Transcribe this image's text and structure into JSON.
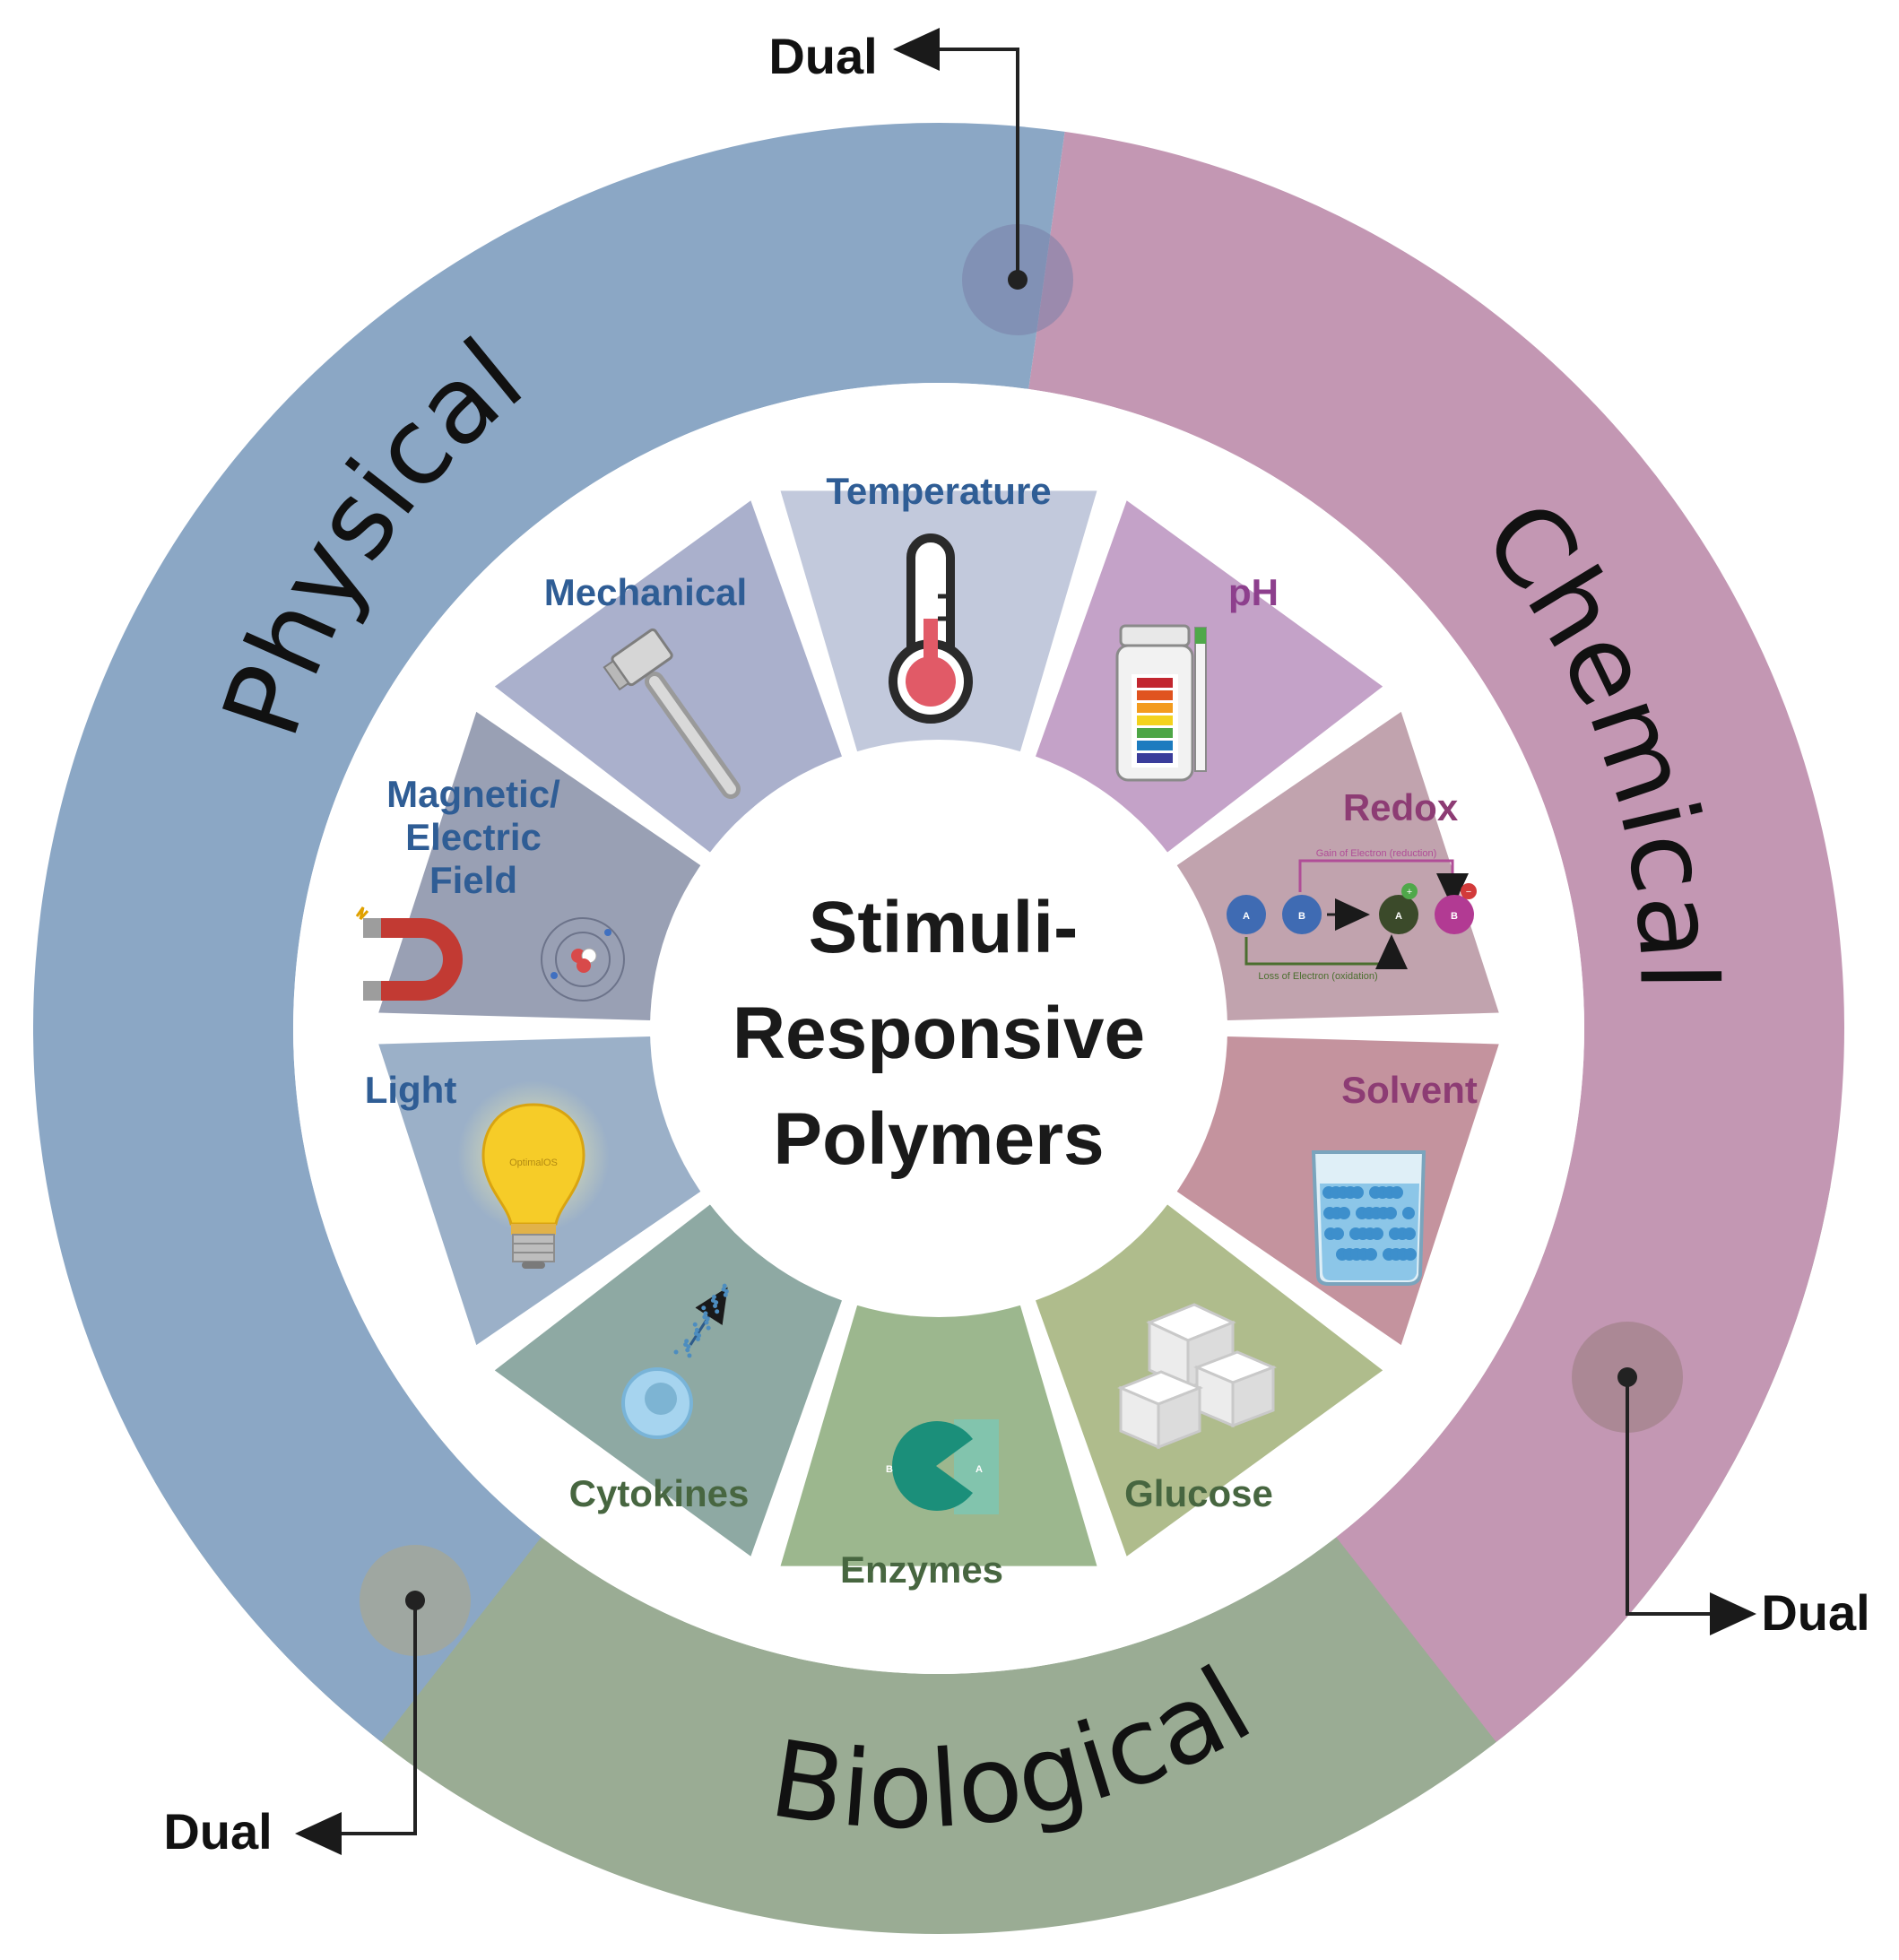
{
  "center": {
    "lines": [
      "Stimuli-",
      "Responsive",
      "Polymers"
    ]
  },
  "categories": {
    "physical": {
      "label": "Physical",
      "color": "#8ba7c5"
    },
    "chemical": {
      "label": "Chemical",
      "color": "#c397b3"
    },
    "biological": {
      "label": "Biological",
      "color": "#9aac94"
    }
  },
  "dual_label": "Dual",
  "segments": [
    {
      "id": "temperature",
      "label": "Temperature",
      "fill": "#c2c9dc",
      "text_color": "#2f5d95"
    },
    {
      "id": "ph",
      "label": "pH",
      "fill": "#c4a2c8",
      "text_color": "#8d3f8d"
    },
    {
      "id": "redox",
      "label": "Redox",
      "fill": "#c1a3ae",
      "text_color": "#8d3c74"
    },
    {
      "id": "solvent",
      "label": "Solvent",
      "fill": "#c4939e",
      "text_color": "#8d3c74"
    },
    {
      "id": "glucose",
      "label": "Glucose",
      "fill": "#afbc8c",
      "text_color": "#476640"
    },
    {
      "id": "enzymes",
      "label": "Enzymes",
      "fill": "#9cb78e",
      "text_color": "#476640"
    },
    {
      "id": "cytokines",
      "label": "Cytokines",
      "fill": "#8ea9a3",
      "text_color": "#476640"
    },
    {
      "id": "light",
      "label": "Light",
      "fill": "#9bb0c8",
      "text_color": "#2f5d95"
    },
    {
      "id": "magnetic",
      "label_lines": [
        "Magnetic/",
        "Electric",
        "Field"
      ],
      "fill": "#99a0b4",
      "text_color": "#2f5d95"
    },
    {
      "id": "mechanical",
      "label": "Mechanical",
      "fill": "#aab0cc",
      "text_color": "#2f5d95"
    }
  ],
  "redox_diagram": {
    "gain_text": "Gain of Electron (reduction)",
    "loss_text": "Loss of Electron (oxidation)",
    "letters": [
      "A",
      "B",
      "A",
      "B"
    ],
    "charges": [
      "+",
      "−"
    ]
  },
  "enzyme_letters": [
    "B",
    "A"
  ],
  "bulb_text": "OptimalOS"
}
